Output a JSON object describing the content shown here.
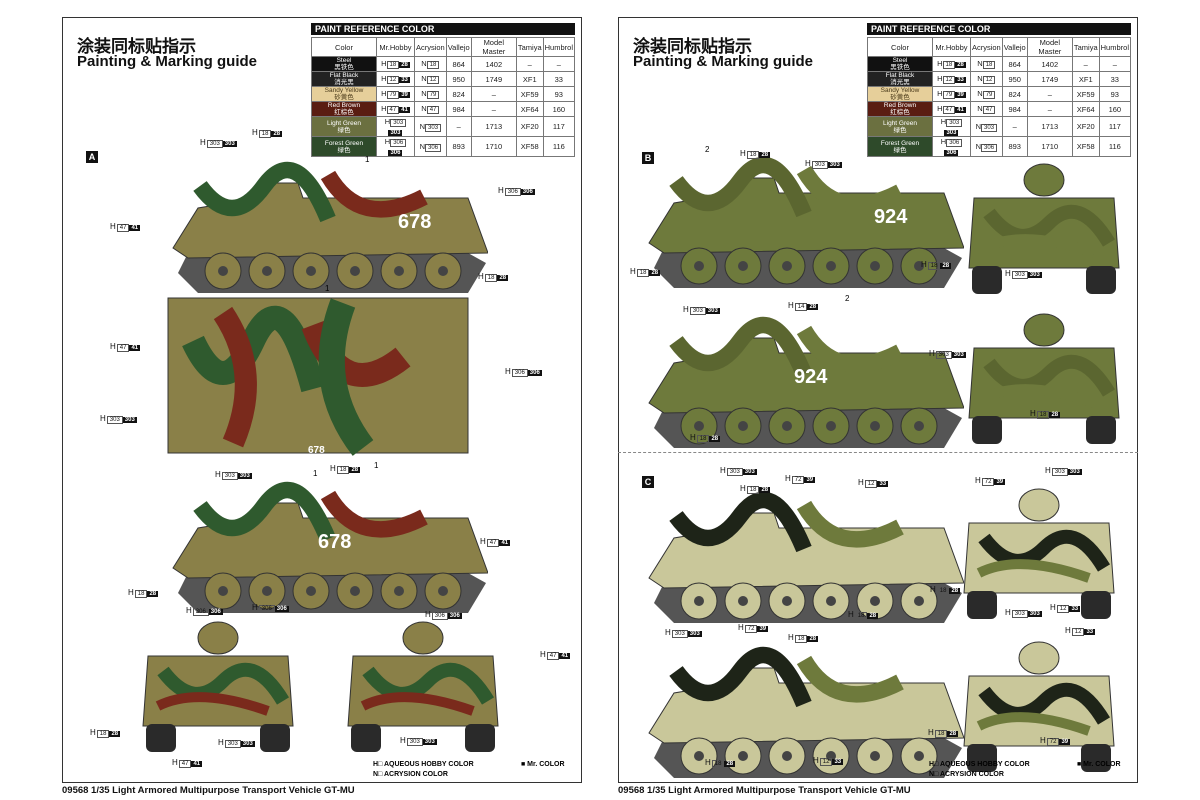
{
  "title_zh": "涂装同标贴指示",
  "title_en": "Painting & Marking guide",
  "footer": "09568 1/35 Light Armored Multipurpose Transport Vehicle GT-MU",
  "legend": {
    "h": "H□ AQUEOUS HOBBY COLOR",
    "n": "N□ ACRYSION COLOR",
    "mr": "■ Mr. COLOR"
  },
  "paint_table": {
    "title": "PAINT REFERENCE COLOR",
    "headers": [
      "Color",
      "Mr.Hobby",
      "Acrysion",
      "Vallejo",
      "Model Master",
      "Tamiya",
      "Humbrol"
    ],
    "rows": [
      {
        "name": "Steel",
        "zh": "黑铁色",
        "color": "#111111",
        "h": "18",
        "m": "28",
        "n": "18",
        "vallejo": "864",
        "mm": "1402",
        "tamiya": "–",
        "humbrol": "–"
      },
      {
        "name": "Flat Black",
        "zh": "消光黑",
        "color": "#222222",
        "h": "12",
        "m": "33",
        "n": "12",
        "vallejo": "950",
        "mm": "1749",
        "tamiya": "XF1",
        "humbrol": "33"
      },
      {
        "name": "Sandy Yellow",
        "zh": "砂黄色",
        "color": "#e6cf9a",
        "h": "79",
        "m": "39",
        "n": "79",
        "vallejo": "824",
        "mm": "–",
        "tamiya": "XF59",
        "humbrol": "93"
      },
      {
        "name": "Red Brown",
        "zh": "红棕色",
        "color": "#5a1d12",
        "h": "47",
        "m": "41",
        "n": "47",
        "vallejo": "984",
        "mm": "–",
        "tamiya": "XF64",
        "humbrol": "160"
      },
      {
        "name": "Light Green",
        "zh": "绿色",
        "color": "#6b7040",
        "h": "303",
        "m": "303",
        "n": "303",
        "vallejo": "–",
        "mm": "1713",
        "tamiya": "XF20",
        "humbrol": "117"
      },
      {
        "name": "Forest Green",
        "zh": "绿色",
        "color": "#2e4a2a",
        "h": "306",
        "m": "306",
        "n": "306",
        "vallejo": "893",
        "mm": "1710",
        "tamiya": "XF58",
        "humbrol": "116"
      }
    ]
  },
  "sections": {
    "a": "A",
    "b": "B",
    "c": "C"
  },
  "markings": {
    "a": "678",
    "b": "924",
    "top": "678"
  },
  "part_numbers": {
    "one": "1",
    "two": "2"
  },
  "callouts": [
    {
      "h": "303",
      "m": "303"
    },
    {
      "h": "18",
      "m": "28"
    },
    {
      "h": "306",
      "m": "306"
    },
    {
      "h": "47",
      "m": "41"
    },
    {
      "h": "14",
      "m": "28"
    },
    {
      "h": "72",
      "m": "39"
    },
    {
      "h": "12",
      "m": "33"
    }
  ]
}
